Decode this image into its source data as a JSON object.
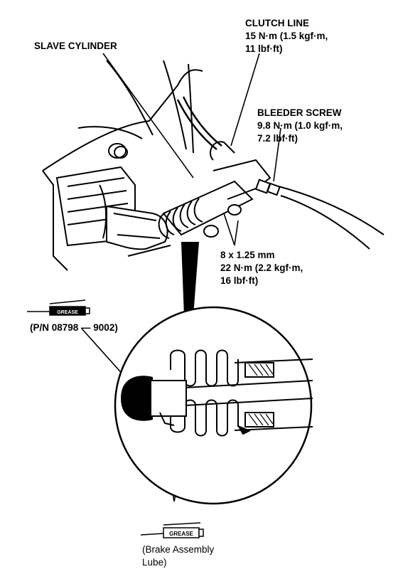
{
  "labels": {
    "slave_cylinder": "SLAVE CYLINDER",
    "clutch_line_title": "CLUTCH LINE",
    "clutch_line_torque_1": "15 N·m (1.5 kgf·m,",
    "clutch_line_torque_2": "11 lbf·ft)",
    "bleeder_title": "BLEEDER SCREW",
    "bleeder_torque_1": "9.8 N·m (1.0 kgf·m,",
    "bleeder_torque_2": "7.2 lbf·ft)",
    "bolt_size": "8 x 1.25 mm",
    "bolt_torque_1": "22 N·m (2.2 kgf·m,",
    "bolt_torque_2": "16 lbf·ft)",
    "pn_label": "(P/N 08798 — 9002)",
    "grease_tube_text": "GREASE",
    "brake_lube_1": "(Brake Assembly",
    "brake_lube_2": "Lube)"
  },
  "icons": {
    "top_tube": "grease-tube-icon",
    "bottom_tube": "grease-tube-icon"
  },
  "colors": {
    "ink": "#000000",
    "paper": "#ffffff"
  }
}
